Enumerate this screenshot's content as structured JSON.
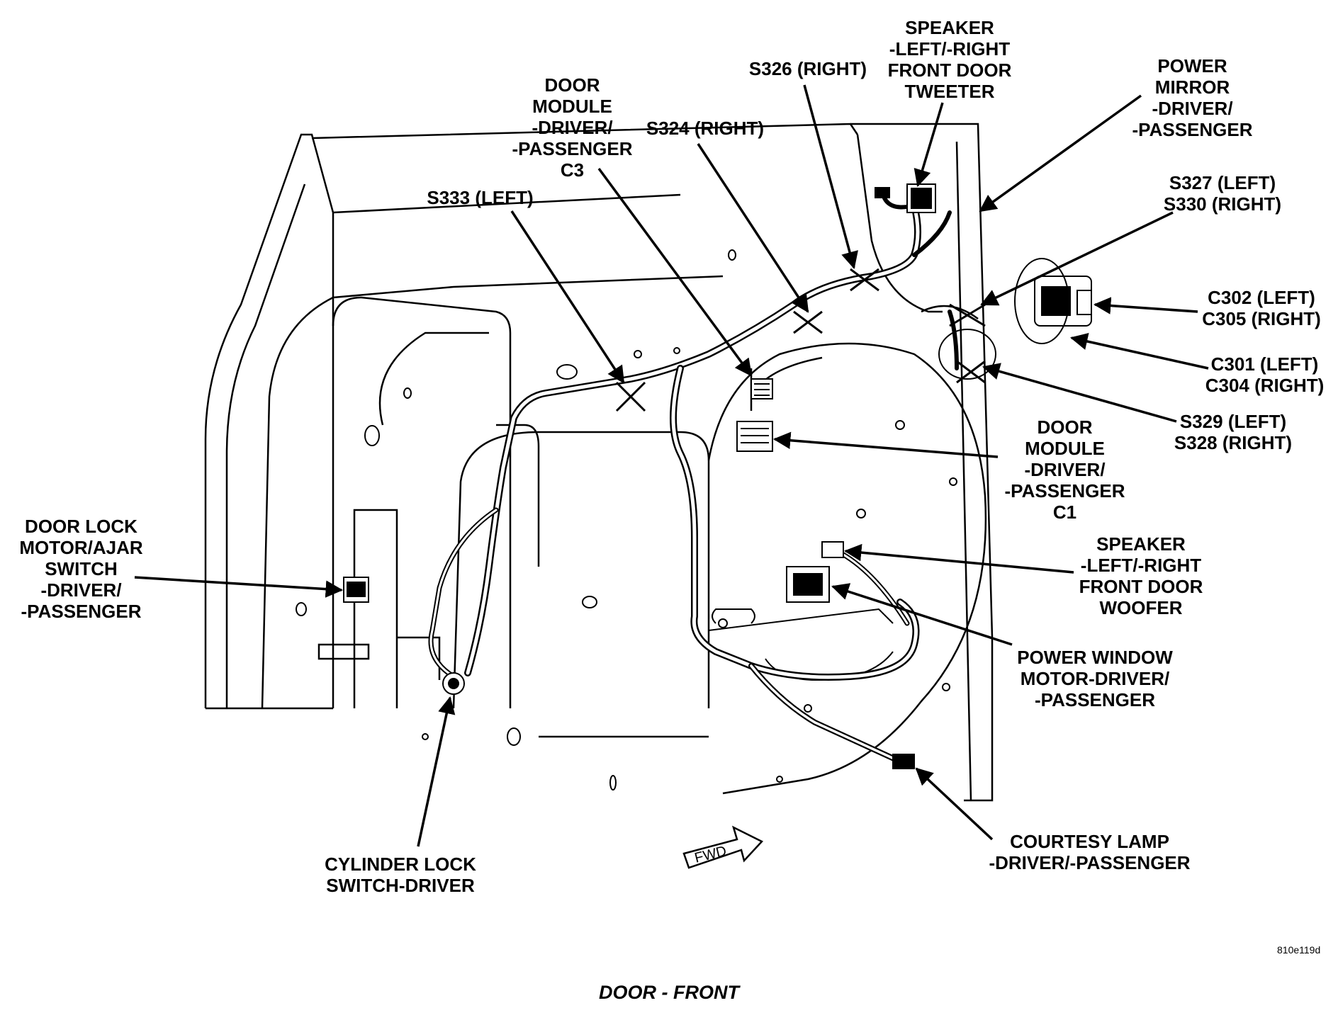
{
  "figure": {
    "id": "810e119d",
    "caption": "DOOR - FRONT",
    "direction_label": "FWD"
  },
  "callouts": [
    {
      "key": "speaker-tweeter",
      "lines": [
        "SPEAKER",
        "-LEFT/-RIGHT",
        "FRONT DOOR",
        "TWEETER"
      ]
    },
    {
      "key": "s326",
      "lines": [
        "S326 (RIGHT)"
      ]
    },
    {
      "key": "door-module-c3",
      "lines": [
        "DOOR",
        "MODULE",
        "-DRIVER/",
        "-PASSENGER",
        "C3"
      ]
    },
    {
      "key": "s324",
      "lines": [
        "S324 (RIGHT)"
      ]
    },
    {
      "key": "s333",
      "lines": [
        "S333 (LEFT)"
      ]
    },
    {
      "key": "power-mirror",
      "lines": [
        "POWER",
        "MIRROR",
        "-DRIVER/",
        "-PASSENGER"
      ]
    },
    {
      "key": "s327-s330",
      "lines": [
        "S327 (LEFT)",
        "S330 (RIGHT)"
      ]
    },
    {
      "key": "c302-c305",
      "lines": [
        "C302 (LEFT)",
        "C305 (RIGHT)"
      ]
    },
    {
      "key": "c301-c304",
      "lines": [
        "C301 (LEFT)",
        "C304 (RIGHT)"
      ]
    },
    {
      "key": "s329-s328",
      "lines": [
        "S329 (LEFT)",
        "S328 (RIGHT)"
      ]
    },
    {
      "key": "door-module-c1",
      "lines": [
        "DOOR",
        "MODULE",
        "-DRIVER/",
        "-PASSENGER",
        "C1"
      ]
    },
    {
      "key": "door-lock-motor",
      "lines": [
        "DOOR LOCK",
        "MOTOR/AJAR",
        "SWITCH",
        "-DRIVER/",
        "-PASSENGER"
      ]
    },
    {
      "key": "speaker-woofer",
      "lines": [
        "SPEAKER",
        "-LEFT/-RIGHT",
        "FRONT DOOR",
        "WOOFER"
      ]
    },
    {
      "key": "power-window-motor",
      "lines": [
        "POWER WINDOW",
        "MOTOR-DRIVER/",
        "-PASSENGER"
      ]
    },
    {
      "key": "cylinder-lock",
      "lines": [
        "CYLINDER LOCK",
        "SWITCH-DRIVER"
      ]
    },
    {
      "key": "courtesy-lamp",
      "lines": [
        "COURTESY LAMP",
        "-DRIVER/-PASSENGER"
      ]
    }
  ]
}
